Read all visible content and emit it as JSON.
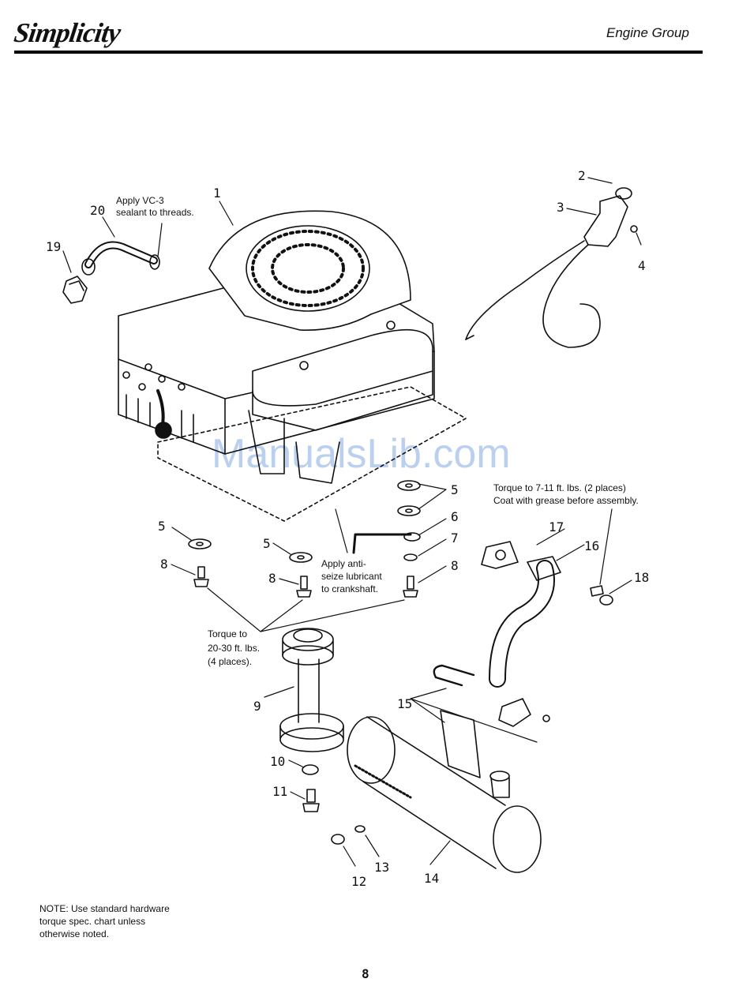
{
  "header": {
    "brand": "Simplicity",
    "section_title": "Engine Group"
  },
  "watermark": "ManualsLib.com",
  "callouts": {
    "c1": "1",
    "c2": "2",
    "c3": "3",
    "c4": "4",
    "c5a": "5",
    "c5b": "5",
    "c5c": "5",
    "c6": "6",
    "c7": "7",
    "c8a": "8",
    "c8b": "8",
    "c8c": "8",
    "c9": "9",
    "c10": "10",
    "c11": "11",
    "c12": "12",
    "c13": "13",
    "c14": "14",
    "c15": "15",
    "c16": "16",
    "c17": "17",
    "c18": "18",
    "c19": "19",
    "c20": "20"
  },
  "notes": {
    "sealant": [
      "Apply VC-3",
      "sealant to threads."
    ],
    "antiseize": [
      "Apply anti-",
      "seize lubricant",
      "to crankshaft."
    ],
    "torque_20_30": [
      "Torque to",
      "20-30 ft. lbs.",
      "(4 places)."
    ],
    "torque_7_11": [
      "Torque to 7-11 ft. lbs. (2 places)",
      "Coat with grease before assembly."
    ]
  },
  "footer": {
    "note": "NOTE: Use standard hardware\ntorque spec. chart unless\notherwise noted.",
    "page_number": "8"
  }
}
